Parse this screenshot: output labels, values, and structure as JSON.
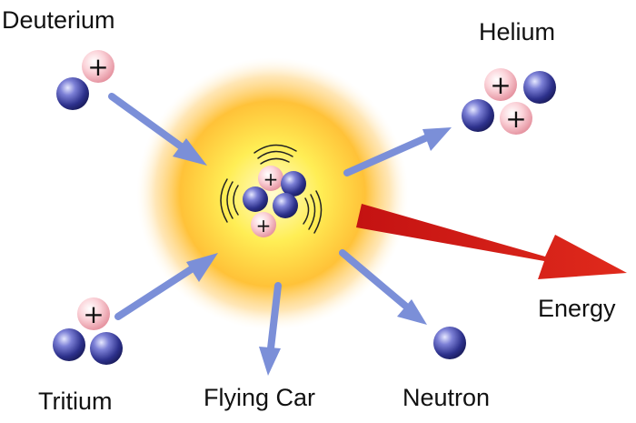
{
  "labels": {
    "deuterium": "Deuterium",
    "helium": "Helium",
    "energy": "Energy",
    "tritium": "Tritium",
    "flying_car": "Flying Car",
    "neutron": "Neutron"
  },
  "symbols": {
    "plus": "+"
  },
  "colors": {
    "arrow": "#7b8fd8",
    "energy_arrow": "#d41a1a",
    "neutron": "#3a3f9e",
    "proton": "#f6b9c2",
    "glow_core": "#ffe95a",
    "glow_edge": "#ffa62a"
  }
}
